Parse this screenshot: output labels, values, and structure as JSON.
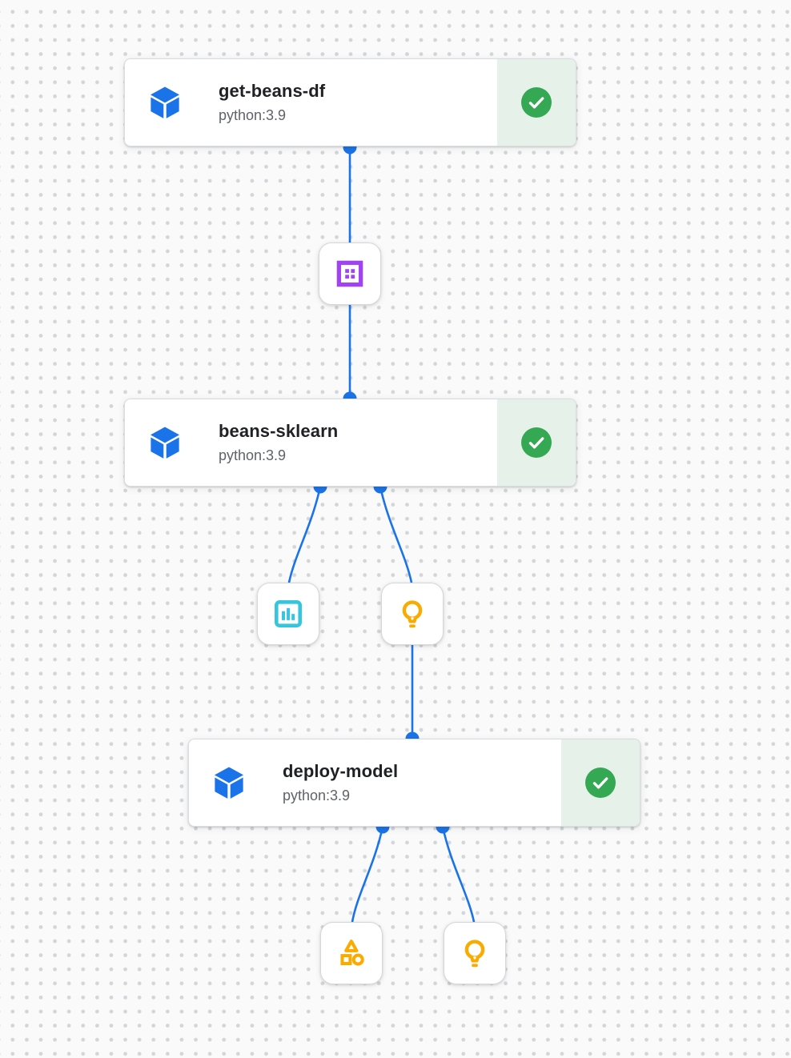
{
  "pipeline": {
    "tasks": [
      {
        "title": "get-beans-df",
        "subtitle": "python:3.9",
        "status_icon": "check-circle-icon",
        "task_icon": "cube-icon"
      },
      {
        "title": "beans-sklearn",
        "subtitle": "python:3.9",
        "status_icon": "check-circle-icon",
        "task_icon": "cube-icon"
      },
      {
        "title": "deploy-model",
        "subtitle": "python:3.9",
        "status_icon": "check-circle-icon",
        "task_icon": "cube-icon"
      }
    ],
    "artifacts": [
      {
        "icon": "dataset-grid-icon"
      },
      {
        "icon": "bar-chart-icon"
      },
      {
        "icon": "lightbulb-icon"
      },
      {
        "icon": "shapes-icon"
      },
      {
        "icon": "lightbulb-icon"
      }
    ]
  },
  "colors": {
    "edge_blue": "#1a73e8",
    "task_icon_blue": "#1a73e8",
    "success_green": "#34a853",
    "success_bg": "#e6f1e9",
    "dataset_purple": "#a142f4",
    "metrics_cyan": "#35c5dc",
    "model_amber": "#f9ab00",
    "title_text": "#202124",
    "subtitle_text": "#5f6368",
    "canvas_bg": "#fafafa",
    "canvas_dots": "#d3d5d8"
  }
}
